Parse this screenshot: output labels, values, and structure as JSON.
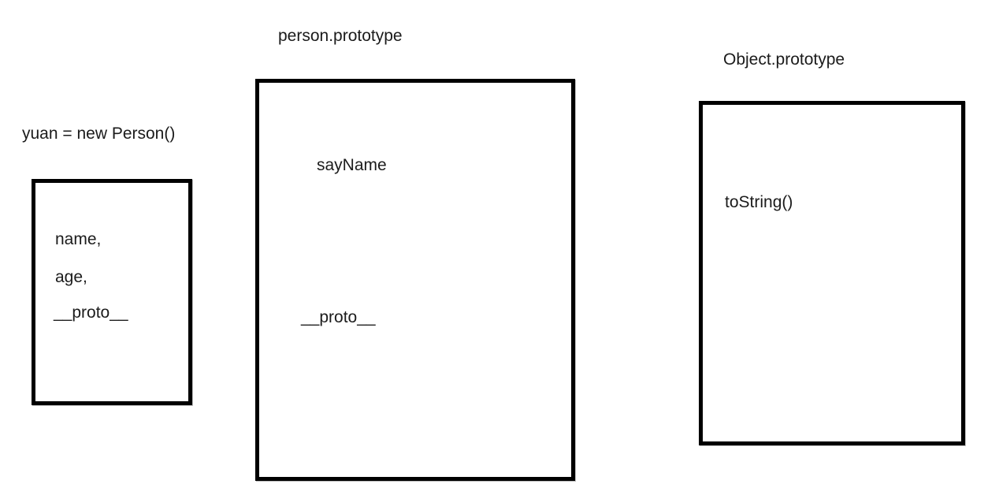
{
  "diagram": {
    "instance": {
      "label": "yuan = new Person()",
      "members": [
        "name,",
        "age,",
        "__proto__"
      ]
    },
    "person_prototype": {
      "label": "person.prototype",
      "members": [
        "sayName",
        "__proto__"
      ]
    },
    "object_prototype": {
      "label": "Object.prototype",
      "members": [
        "toString()"
      ]
    }
  }
}
